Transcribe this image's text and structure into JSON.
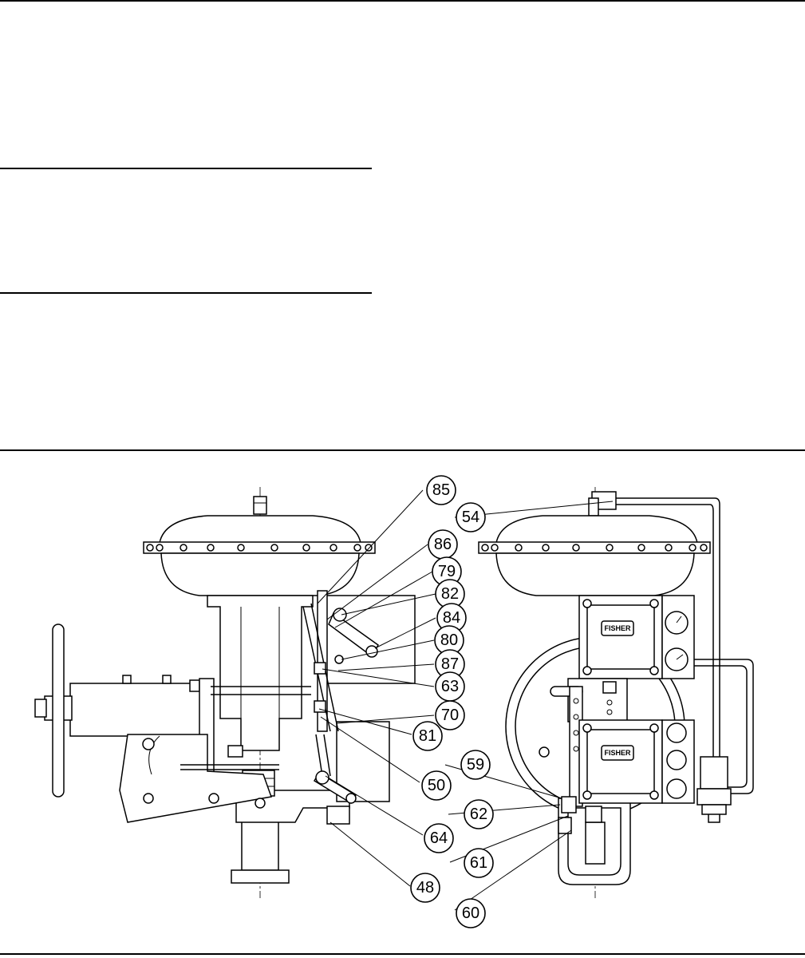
{
  "figure": {
    "callouts": [
      {
        "id": "c85",
        "label": "85"
      },
      {
        "id": "c54",
        "label": "54"
      },
      {
        "id": "c86",
        "label": "86"
      },
      {
        "id": "c79",
        "label": "79"
      },
      {
        "id": "c82",
        "label": "82"
      },
      {
        "id": "c84",
        "label": "84"
      },
      {
        "id": "c80",
        "label": "80"
      },
      {
        "id": "c87",
        "label": "87"
      },
      {
        "id": "c63",
        "label": "63"
      },
      {
        "id": "c70",
        "label": "70"
      },
      {
        "id": "c81",
        "label": "81"
      },
      {
        "id": "c59",
        "label": "59"
      },
      {
        "id": "c50",
        "label": "50"
      },
      {
        "id": "c62",
        "label": "62"
      },
      {
        "id": "c64",
        "label": "64"
      },
      {
        "id": "c61",
        "label": "61"
      },
      {
        "id": "c48",
        "label": "48"
      },
      {
        "id": "c60",
        "label": "60"
      }
    ],
    "nameplate_upper": "FISHER",
    "nameplate_lower": "FISHER"
  }
}
